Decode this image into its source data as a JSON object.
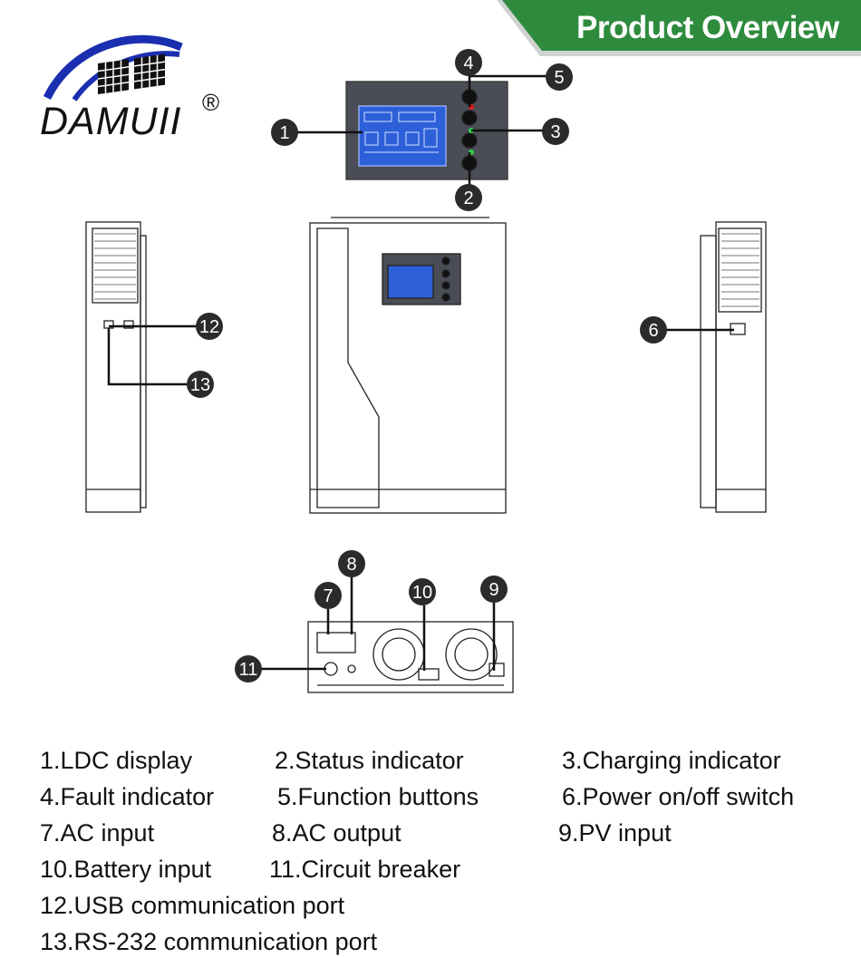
{
  "header": {
    "title": "Product Overview",
    "color": "#2e8b3d",
    "accent": "#cfd3d0"
  },
  "brand": {
    "name": "DAMUII",
    "registered": "®"
  },
  "callouts": [
    "1",
    "2",
    "3",
    "4",
    "5",
    "6",
    "7",
    "8",
    "9",
    "10",
    "11",
    "12",
    "13"
  ],
  "legend": [
    "1.LDC display",
    "2.Status indicator",
    "3.Charging indicator",
    "4.Fault indicator",
    "5.Function buttons",
    "6.Power on/off switch",
    "7.AC input",
    "8.AC output",
    "9.PV input",
    "10.Battery input",
    "11.Circuit breaker",
    "12.USB communication port",
    "13.RS-232 communication port"
  ]
}
